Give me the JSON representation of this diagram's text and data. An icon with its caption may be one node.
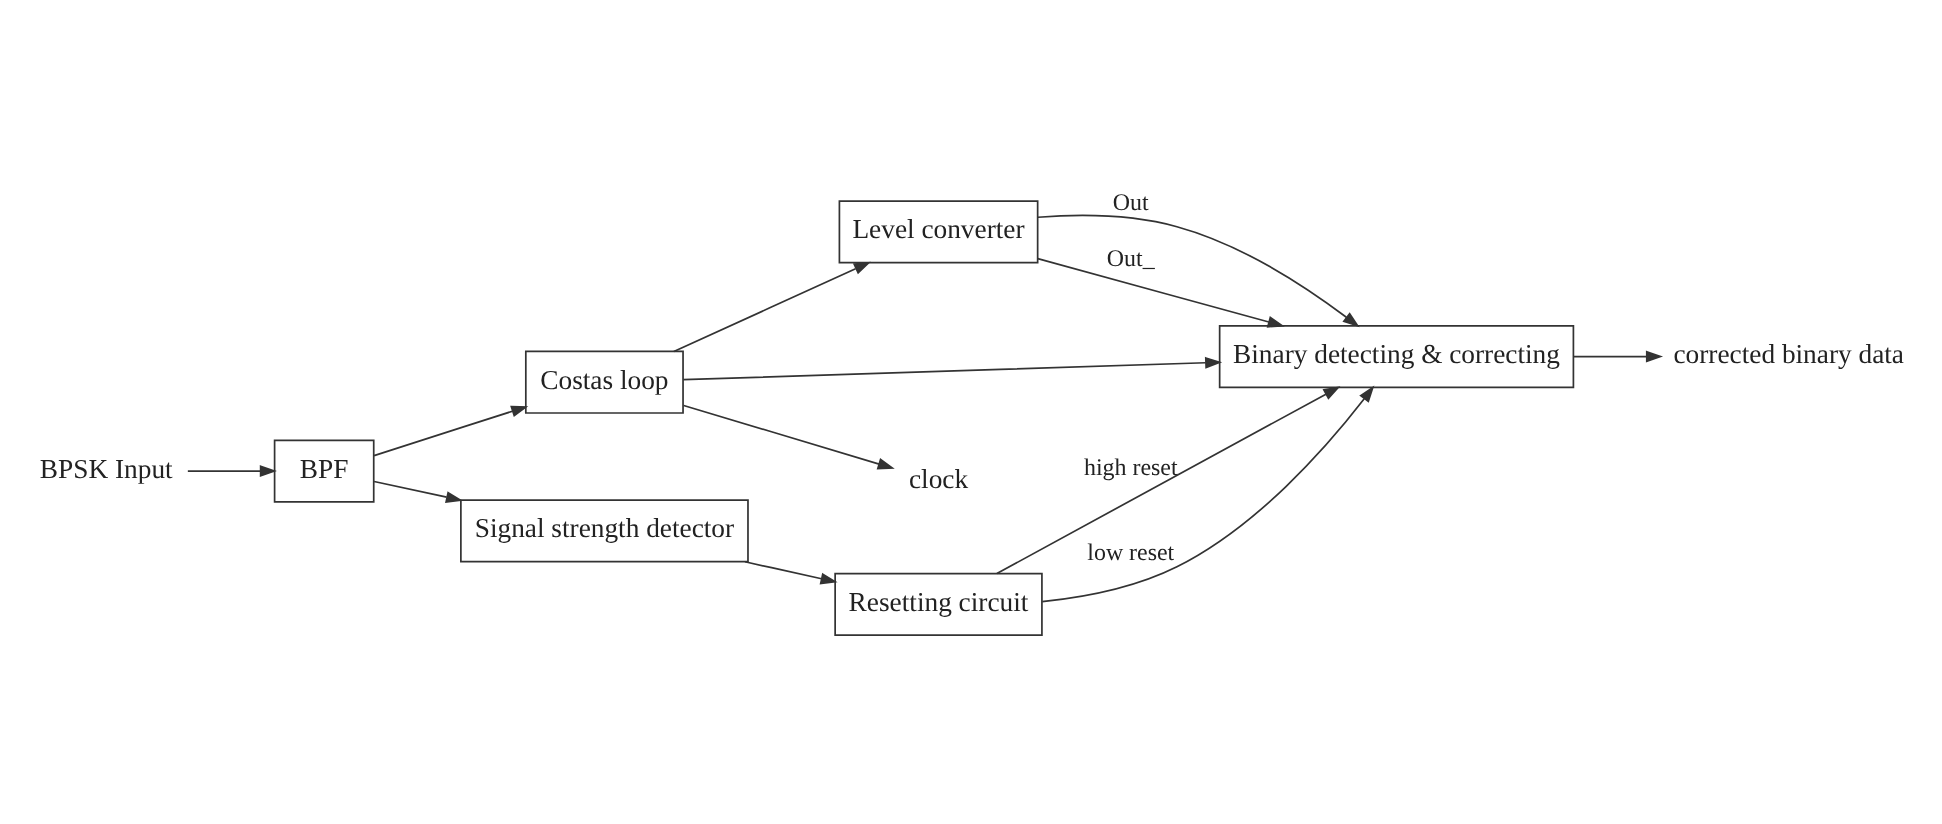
{
  "diagram": {
    "nodes": [
      {
        "text": [
          "BPSK Input"
        ]
      },
      {
        "text": [
          "BPF"
        ]
      },
      {
        "text": [
          "Costas loop"
        ]
      },
      {
        "text": [
          "Level converter"
        ]
      },
      {
        "text": [
          "Binary detecting & correcting"
        ]
      },
      {
        "text": [
          "clock"
        ]
      },
      {
        "text": [
          "Signal strength detector"
        ]
      },
      {
        "text": [
          "Resetting circuit"
        ]
      },
      {
        "text": [
          "corrected binary data"
        ]
      }
    ],
    "edges": [
      {
        "from": 0,
        "to": 1,
        "arrow": "to"
      },
      {
        "from": 1,
        "to": 2,
        "arrow": "to"
      },
      {
        "from": 1,
        "to": 6,
        "arrow": "to"
      },
      {
        "from": 2,
        "to": 3,
        "arrow": "to"
      },
      {
        "from": 2,
        "to": 4,
        "arrow": "to"
      },
      {
        "from": 2,
        "to": 5,
        "arrow": "to"
      },
      {
        "from": 3,
        "to": 4,
        "label": "Out",
        "arrow": "to"
      },
      {
        "from": 3,
        "to": 4,
        "label": "Out_",
        "arrow": "to"
      },
      {
        "from": 6,
        "to": 7,
        "arrow": "to"
      },
      {
        "from": 7,
        "to": 4,
        "label": "high reset",
        "arrow": "to"
      },
      {
        "from": 7,
        "to": 4,
        "label": "low reset",
        "arrow": "to"
      },
      {
        "from": 4,
        "to": 8,
        "arrow": "to"
      }
    ]
  }
}
